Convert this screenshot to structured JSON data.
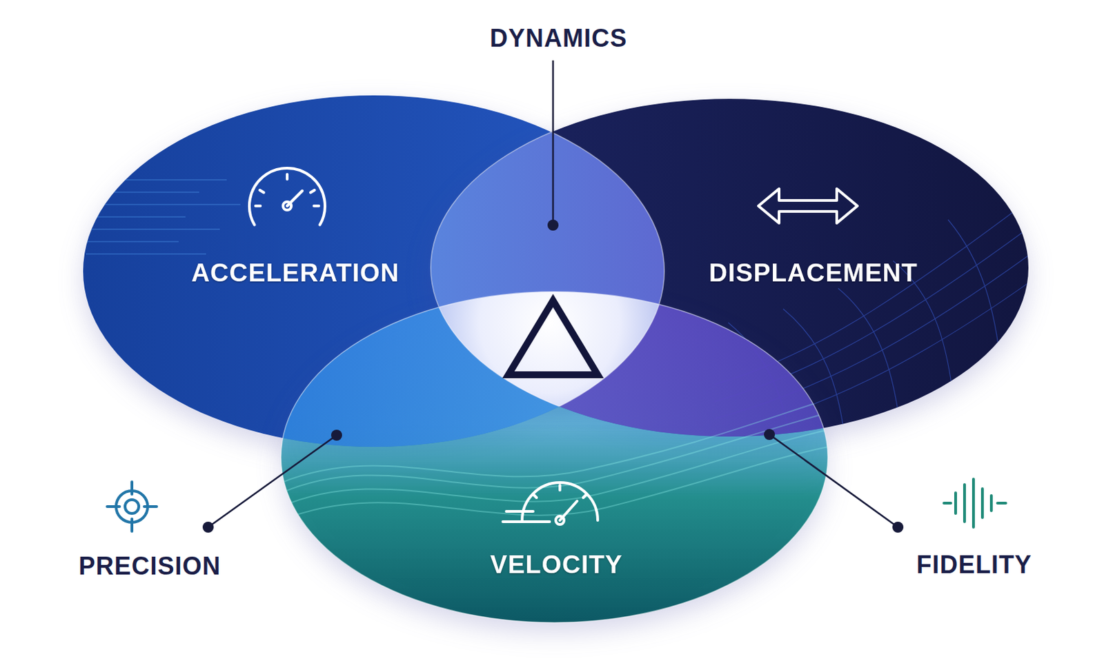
{
  "diagram": {
    "nodes": [
      {
        "text": [
          "ACCELERATION"
        ]
      },
      {
        "text": [
          "DISPLACEMENT"
        ]
      },
      {
        "text": [
          "VELOCITY"
        ]
      }
    ],
    "labels": [
      "DYNAMICS",
      "PRECISION",
      "FIDELITY"
    ]
  }
}
